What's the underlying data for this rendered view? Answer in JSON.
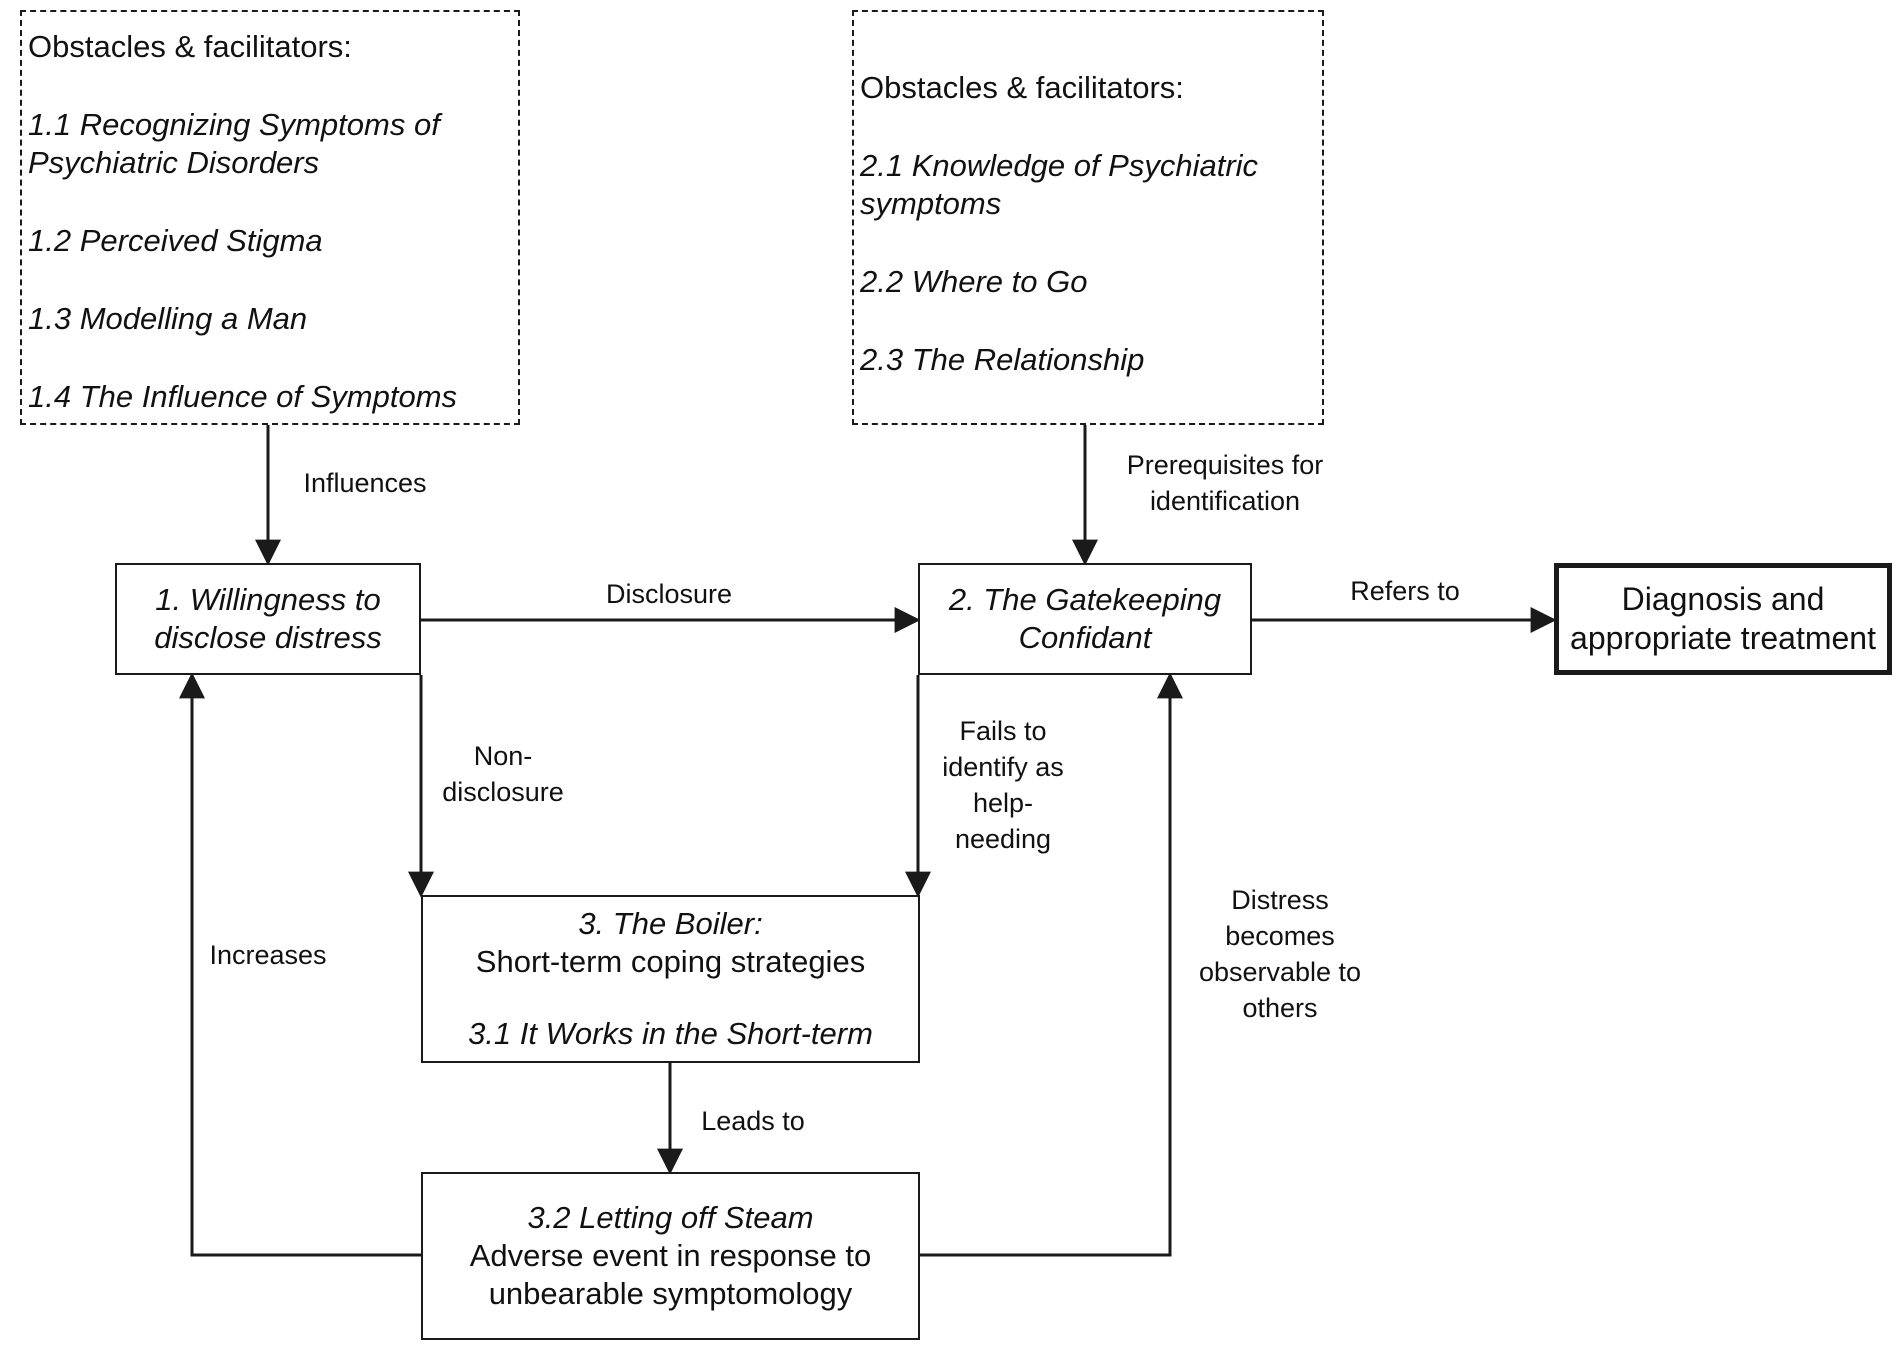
{
  "obstacles_left": {
    "heading": "Obstacles & facilitators:",
    "items": [
      "1.1 Recognizing Symptoms of Psychiatric Disorders",
      "1.2 Perceived Stigma",
      "1.3 Modelling a Man",
      "1.4 The Influence of Symptoms"
    ]
  },
  "obstacles_right": {
    "heading": "Obstacles & facilitators:",
    "items": [
      "2.1 Knowledge of Psychiatric symptoms",
      "2.2 Where to Go",
      "2.3 The Relationship"
    ]
  },
  "nodes": {
    "willingness": "1. Willingness to disclose distress",
    "gatekeeping": "2. The Gatekeeping Confidant",
    "diagnosis": "Diagnosis and appropriate treatment",
    "boiler": {
      "title": "3. The Boiler:",
      "subtitle": "Short-term coping strategies",
      "item": "3.1 It Works in the Short-term"
    },
    "steam": {
      "title": "3.2 Letting off Steam",
      "line1": "Adverse event in response to",
      "line2": "unbearable symptomology"
    }
  },
  "edge_labels": {
    "influences": "Influences",
    "prerequisites": "Prerequisites for\nidentification",
    "disclosure": "Disclosure",
    "refers_to": "Refers to",
    "non_disclosure": "Non-\ndisclosure",
    "fails_to_identify": "Fails to\nidentify as\nhelp-\nneeding",
    "increases": "Increases",
    "distress_observable": "Distress\nbecomes\nobservable to\nothers",
    "leads_to": "Leads to"
  },
  "colors": {
    "line": "#1a1a1a",
    "text": "#111111",
    "background": "#ffffff"
  }
}
